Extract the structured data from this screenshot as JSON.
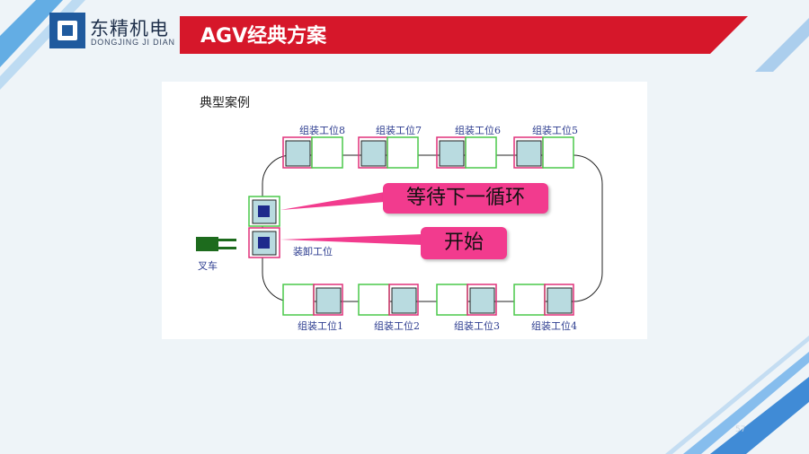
{
  "header": {
    "logo_name": "东精机电",
    "logo_sub": "DONGJING JI DIAN",
    "title": "AGV经典方案"
  },
  "figure": {
    "title": "典型案例",
    "top_stations": [
      "组装工位8",
      "组装工位7",
      "组装工位6",
      "组装工位5"
    ],
    "bottom_stations": [
      "组装工位1",
      "组装工位2",
      "组装工位3",
      "组装工位4"
    ],
    "unload_station": "装卸工位",
    "forklift_label": "叉车",
    "callouts": {
      "wait": "等待下一循环",
      "start": "开始"
    }
  },
  "colors": {
    "brand_blue": "#1f5a9e",
    "header_red": "#d6172a",
    "callout_pink": "#f23b8e",
    "cell_magenta": "#e0307a",
    "cell_green": "#4ac94a",
    "cart_fill": "#b9dbe0",
    "forklift_green": "#1d6b1d"
  },
  "page_number": "57"
}
